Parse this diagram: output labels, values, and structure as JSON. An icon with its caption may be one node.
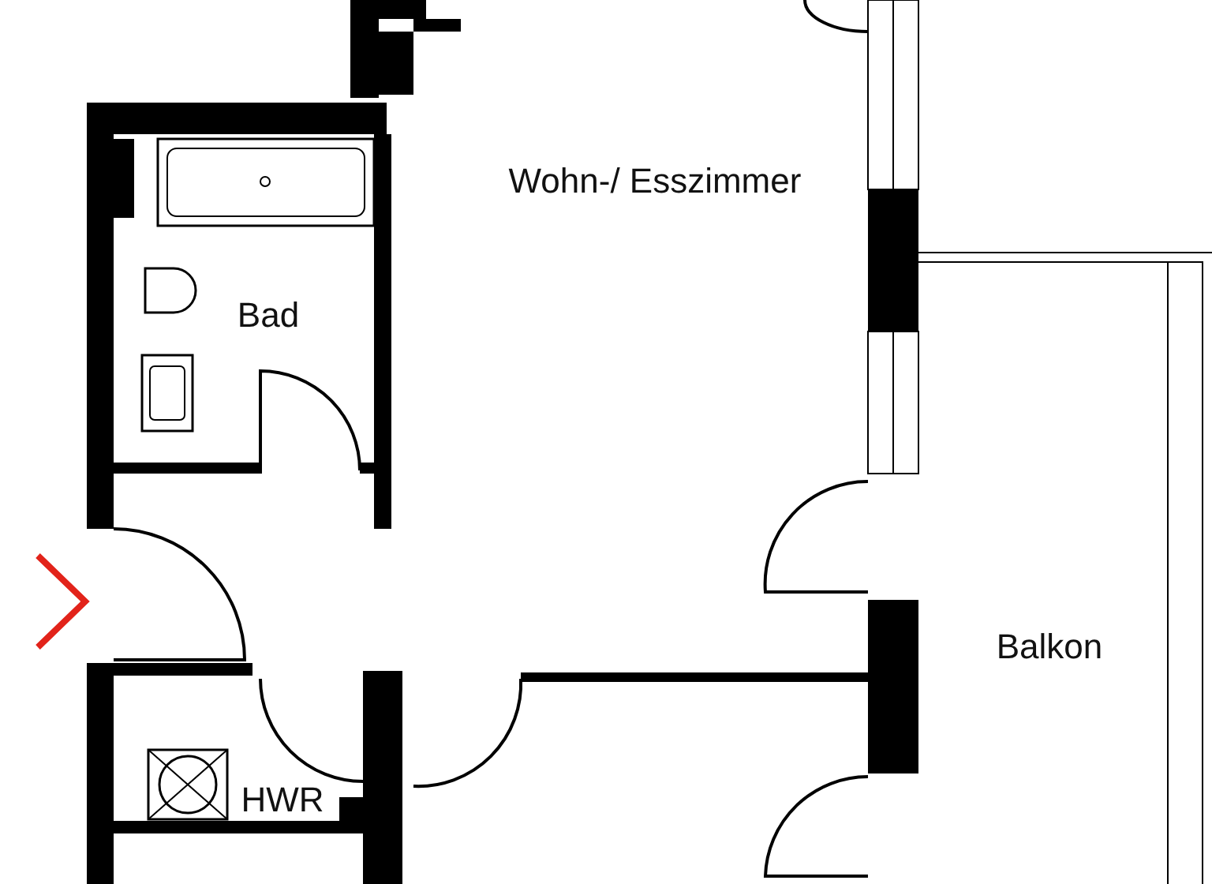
{
  "diagram": {
    "labels": [
      "Wohn-/ Esszimmer",
      "Bad",
      "Balkon",
      "HWR"
    ]
  }
}
